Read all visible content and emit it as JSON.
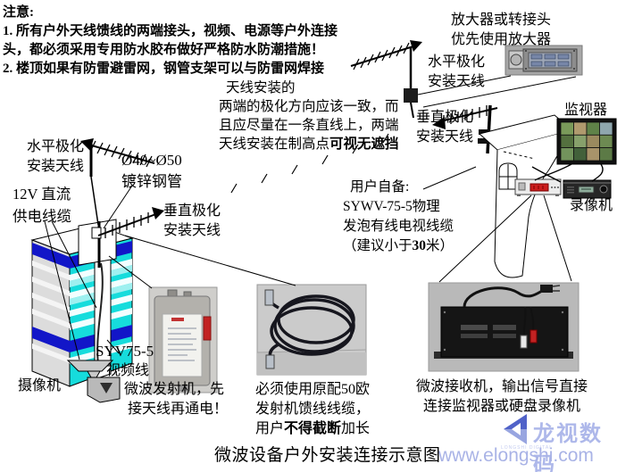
{
  "title": "微波设备户外安装连接示意图",
  "notes": {
    "heading": "注意:",
    "item1a": "1. 所有户外天线馈线的两端接头，视频、电源等户外连接",
    "item1b": "头，都必须采用专用防水胶布做好严格防水防潮措施！",
    "item2": "2. 楼顶如果有防雷避雷网，钢管支架可以与防雷网焊接"
  },
  "alignment_note": {
    "l1": "天线安装的",
    "l2": "两端的极化方向应该一致，而",
    "l3": "且应尽量在一条直线上，两端",
    "l4pre": "天线安装在制高点",
    "l4bold": "可视无遮挡"
  },
  "labels": {
    "amp1": "放大器或转接头",
    "amp2": "优先使用放大器",
    "hpol1": "水平极化",
    "hpol2": "安装天线",
    "dc1": "12V 直流",
    "dc2": "供电线缆",
    "pipe1": "Ø40~Ø50",
    "pipe2": "镀锌钢管",
    "vpol1": "垂直极化",
    "vpol2": "安装天线",
    "monitor": "监视器",
    "vcr": "录像机",
    "camera": "摄像机",
    "vcable1": "SYV75-5",
    "vcable2": "视频线"
  },
  "user_supply": {
    "l1": "用户自备:",
    "l2": "SYWV-75-5物理",
    "l3": "发泡有线电视线缆",
    "l4pre": "（建议小于",
    "l4bold": "30",
    "l4post": "米）"
  },
  "captions": {
    "tx1": "微波发射机，先",
    "tx2": "接天线再通电！",
    "feed1": "必须使用原配50欧",
    "feed2": "发射机馈线线缆，",
    "feed3pre": "用户",
    "feed3bold": "不得截断",
    "feed3post": "加长",
    "rx1": "微波接收机，输出信号直接",
    "rx2": "连接监视器或硬盘录像机"
  },
  "watermark": {
    "brand": "龙视数码",
    "sub": "LONGSHI DIGITAL",
    "url": "www.elongshi.com"
  },
  "colors": {
    "building_cyan": "#16dcdc",
    "building_blue": "#1216c8",
    "display_red": "#cc1d1d",
    "watermark_blue": "#aeb8ea"
  }
}
